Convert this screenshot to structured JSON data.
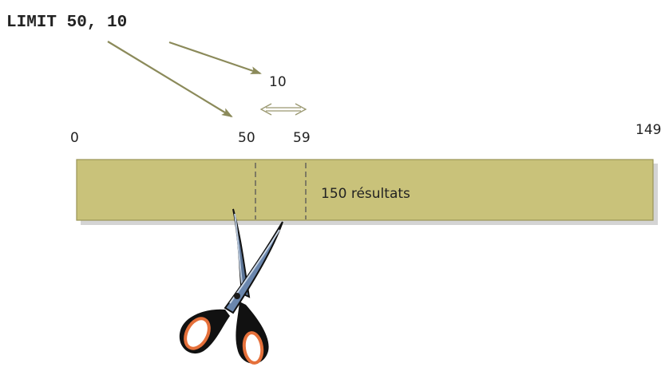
{
  "query": {
    "text": "LIMIT 50, 10"
  },
  "labels": {
    "count": "10",
    "start": "0",
    "offset": "50",
    "last_selected": "59",
    "end": "149"
  },
  "bar": {
    "label": "150 résultats"
  },
  "colors": {
    "bar_fill": "#c9c27a",
    "bar_stroke": "#9a9455",
    "bar_shadow": "#cfcfcf",
    "arrow": "#8b8a5a",
    "scissors_blade": "#5f7aa0",
    "scissors_handle": "#e5703a"
  }
}
